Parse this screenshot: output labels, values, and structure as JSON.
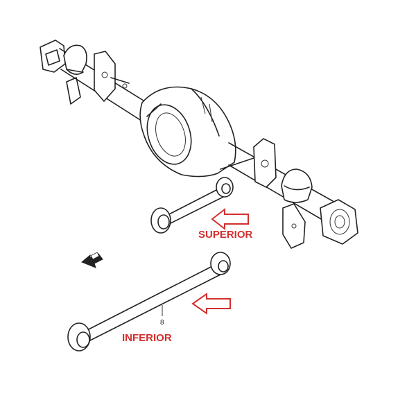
{
  "labels": {
    "upper": "SUPERIOR",
    "lower": "INFERIOR",
    "part_number": "8"
  },
  "colors": {
    "label": "#d32f2f",
    "arrow": "#d32f2f",
    "line": "#222222"
  },
  "icons": {
    "upper_pointer": "red-arrow-left-icon",
    "lower_pointer": "red-arrow-left-icon",
    "direction_indicator": "front-arrow-icon"
  }
}
